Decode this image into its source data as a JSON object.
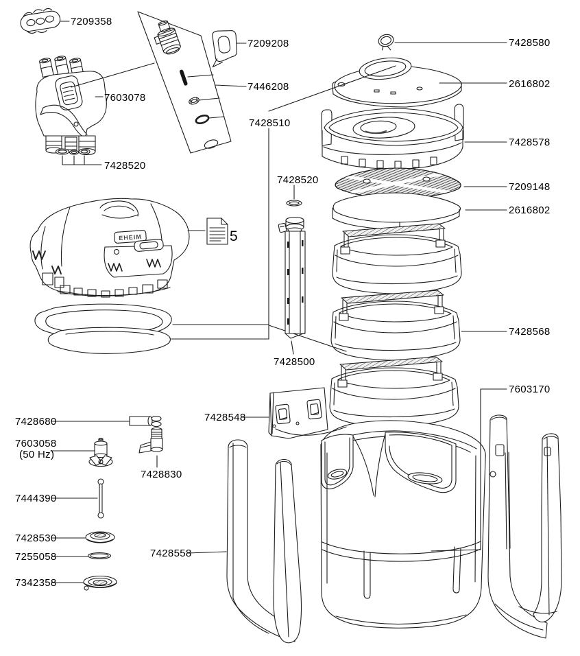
{
  "labels": [
    {
      "id": "cable-clip",
      "text": "7209358"
    },
    {
      "id": "mounting-bracket",
      "text": "7209208"
    },
    {
      "id": "hose-connection-unit",
      "text": "7603078"
    },
    {
      "id": "connection-kit",
      "text": "7446208"
    },
    {
      "id": "seal-set",
      "text": "7428510"
    },
    {
      "id": "sealing-rings-head",
      "text": "7428520"
    },
    {
      "id": "sealing-ring-tube",
      "text": "7428520"
    },
    {
      "id": "safety-clip",
      "text": "7428580"
    },
    {
      "id": "cover-pad-top",
      "text": "2616802"
    },
    {
      "id": "pump-chamber-housing",
      "text": "7428578"
    },
    {
      "id": "lattice-screen",
      "text": "7209148"
    },
    {
      "id": "filter-pad",
      "text": "2616802"
    },
    {
      "id": "filter-basket",
      "text": "7428568"
    },
    {
      "id": "filter-canister",
      "text": "7603170"
    },
    {
      "id": "intake-pipe",
      "text": "7428500"
    },
    {
      "id": "locking-clip",
      "text": "7428548"
    },
    {
      "id": "o-ring-set",
      "text": "7428680"
    },
    {
      "id": "impeller",
      "text": "7603058"
    },
    {
      "id": "impeller-frequency",
      "text": "(50 Hz)"
    },
    {
      "id": "outlet-connector",
      "text": "7428830"
    },
    {
      "id": "impeller-shaft",
      "text": "7444390"
    },
    {
      "id": "bearing-bush",
      "text": "7428530"
    },
    {
      "id": "sealing-ring",
      "text": "7255058"
    },
    {
      "id": "pump-cover-disc",
      "text": "7342358"
    },
    {
      "id": "side-rails",
      "text": "7428558"
    },
    {
      "id": "manual-ref",
      "text": "5"
    }
  ],
  "logo_text": "EHEIM",
  "colors": {
    "background": "#ffffff",
    "line": "#1c1c1c",
    "label_text": "#000000",
    "hatch_dark": "#3a3a3a",
    "rod_fill": "#151515"
  }
}
